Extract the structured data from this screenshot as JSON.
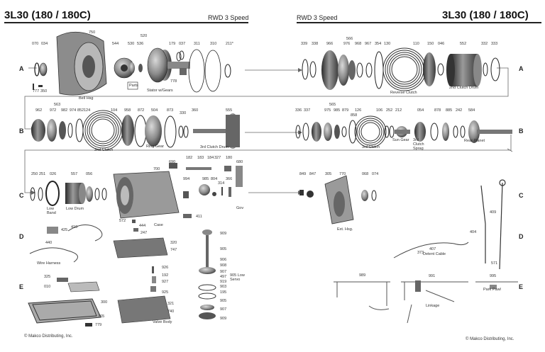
{
  "header": {
    "title_left": "3L30 (180 / 180C)",
    "speed_left": "RWD 3 Speed",
    "speed_right": "RWD 3 Speed",
    "title_right": "3L30 (180 / 180C)"
  },
  "rows": {
    "a": "A",
    "b": "B",
    "c": "C",
    "d": "D",
    "e": "E"
  },
  "footer": {
    "left": "© Makco Distributing, Inc.",
    "right": "© Makco Distributing, Inc."
  },
  "parts": [
    {
      "id": "n750",
      "text": "750"
    },
    {
      "id": "n070",
      "text": "070"
    },
    {
      "id": "n034",
      "text": "034"
    },
    {
      "id": "n544",
      "text": "544"
    },
    {
      "id": "n520",
      "text": "520"
    },
    {
      "id": "n530",
      "text": "530"
    },
    {
      "id": "n536",
      "text": "536"
    },
    {
      "id": "n179",
      "text": "179"
    },
    {
      "id": "n037",
      "text": "037"
    },
    {
      "id": "n311",
      "text": "311"
    },
    {
      "id": "n310",
      "text": "310"
    },
    {
      "id": "n211",
      "text": "211*"
    },
    {
      "id": "n777",
      "text": "777"
    },
    {
      "id": "n350",
      "text": "350"
    },
    {
      "id": "n778",
      "text": "778"
    },
    {
      "id": "n339",
      "text": "339"
    },
    {
      "id": "n338",
      "text": "338"
    },
    {
      "id": "n566",
      "text": "566"
    },
    {
      "id": "n966",
      "text": "966"
    },
    {
      "id": "n976",
      "text": "976"
    },
    {
      "id": "n968",
      "text": "968"
    },
    {
      "id": "n967",
      "text": "967"
    },
    {
      "id": "n354",
      "text": "354"
    },
    {
      "id": "n130",
      "text": "130"
    },
    {
      "id": "n110",
      "text": "110"
    },
    {
      "id": "n150",
      "text": "150"
    },
    {
      "id": "n046",
      "text": "046"
    },
    {
      "id": "n552",
      "text": "552"
    },
    {
      "id": "n332",
      "text": "332"
    },
    {
      "id": "n333",
      "text": "333"
    },
    {
      "id": "n563",
      "text": "563"
    },
    {
      "id": "n962",
      "text": "962"
    },
    {
      "id": "n972",
      "text": "972"
    },
    {
      "id": "n982",
      "text": "982"
    },
    {
      "id": "n974",
      "text": "974"
    },
    {
      "id": "n852",
      "text": "852"
    },
    {
      "id": "n124",
      "text": "124"
    },
    {
      "id": "n104",
      "text": "104"
    },
    {
      "id": "n958",
      "text": "958"
    },
    {
      "id": "n872",
      "text": "872"
    },
    {
      "id": "n504",
      "text": "504"
    },
    {
      "id": "n873",
      "text": "873"
    },
    {
      "id": "n330",
      "text": "330"
    },
    {
      "id": "n360",
      "text": "360"
    },
    {
      "id": "n555",
      "text": "555"
    },
    {
      "id": "n336",
      "text": "336"
    },
    {
      "id": "n337",
      "text": "337"
    },
    {
      "id": "n565",
      "text": "565"
    },
    {
      "id": "n975",
      "text": "975"
    },
    {
      "id": "n985",
      "text": "985"
    },
    {
      "id": "n879",
      "text": "879"
    },
    {
      "id": "n126",
      "text": "126"
    },
    {
      "id": "n858",
      "text": "858"
    },
    {
      "id": "n106",
      "text": "106"
    },
    {
      "id": "n252",
      "text": "252"
    },
    {
      "id": "n212",
      "text": "212"
    },
    {
      "id": "n054",
      "text": "054"
    },
    {
      "id": "n878",
      "text": "878"
    },
    {
      "id": "n885",
      "text": "885"
    },
    {
      "id": "n242",
      "text": "242"
    },
    {
      "id": "n584",
      "text": "584"
    },
    {
      "id": "n250",
      "text": "250"
    },
    {
      "id": "n251",
      "text": "251"
    },
    {
      "id": "n026",
      "text": "026"
    },
    {
      "id": "n557",
      "text": "557"
    },
    {
      "id": "n056",
      "text": "056"
    },
    {
      "id": "n700",
      "text": "700"
    },
    {
      "id": "n690",
      "text": "690"
    },
    {
      "id": "n182",
      "text": "182"
    },
    {
      "id": "n183",
      "text": "183"
    },
    {
      "id": "n184",
      "text": "184"
    },
    {
      "id": "n327",
      "text": "327"
    },
    {
      "id": "n180",
      "text": "180"
    },
    {
      "id": "n680",
      "text": "680"
    },
    {
      "id": "n994",
      "text": "994"
    },
    {
      "id": "n985b",
      "text": "985"
    },
    {
      "id": "n804",
      "text": "804"
    },
    {
      "id": "n314",
      "text": "314"
    },
    {
      "id": "n366",
      "text": "366"
    },
    {
      "id": "n411",
      "text": "411"
    },
    {
      "id": "n849",
      "text": "849"
    },
    {
      "id": "n847",
      "text": "847"
    },
    {
      "id": "n305",
      "text": "305"
    },
    {
      "id": "n770",
      "text": "770"
    },
    {
      "id": "n068",
      "text": "068"
    },
    {
      "id": "n074",
      "text": "074"
    },
    {
      "id": "n425",
      "text": "425"
    },
    {
      "id": "n410",
      "text": "410"
    },
    {
      "id": "n440",
      "text": "440"
    },
    {
      "id": "n572",
      "text": "572"
    },
    {
      "id": "n444",
      "text": "444"
    },
    {
      "id": "n247",
      "text": "247"
    },
    {
      "id": "n320",
      "text": "320"
    },
    {
      "id": "n747",
      "text": "747"
    },
    {
      "id": "n909",
      "text": "909"
    },
    {
      "id": "n905",
      "text": "905"
    },
    {
      "id": "n906",
      "text": "906"
    },
    {
      "id": "n908",
      "text": "908"
    },
    {
      "id": "n907",
      "text": "907"
    },
    {
      "id": "n497",
      "text": "497"
    },
    {
      "id": "n919",
      "text": "919"
    },
    {
      "id": "n903",
      "text": "903"
    },
    {
      "id": "n195",
      "text": "195"
    },
    {
      "id": "n905b",
      "text": "905"
    },
    {
      "id": "n907b",
      "text": "907"
    },
    {
      "id": "n909b",
      "text": "909"
    },
    {
      "id": "n409",
      "text": "409"
    },
    {
      "id": "n404",
      "text": "404"
    },
    {
      "id": "n571",
      "text": "571"
    },
    {
      "id": "n407",
      "text": "407"
    },
    {
      "id": "n373",
      "text": "373"
    },
    {
      "id": "n325",
      "text": "325"
    },
    {
      "id": "n010",
      "text": "010"
    },
    {
      "id": "n300",
      "text": "300"
    },
    {
      "id": "n765",
      "text": "765"
    },
    {
      "id": "n779",
      "text": "779"
    },
    {
      "id": "n926",
      "text": "926"
    },
    {
      "id": "n192",
      "text": "192"
    },
    {
      "id": "n927",
      "text": "927"
    },
    {
      "id": "n925",
      "text": "925"
    },
    {
      "id": "n321",
      "text": "321"
    },
    {
      "id": "n740",
      "text": "740"
    },
    {
      "id": "n989",
      "text": "989"
    },
    {
      "id": "n991",
      "text": "991"
    },
    {
      "id": "n995",
      "text": "995"
    }
  ],
  "captions": {
    "bell_hsg": "Bell Hsg",
    "parts": "Parts",
    "stator": "Stator w/Gears",
    "reverse_clutch": "Reverse Clutch",
    "clutch2_drum": "2nd Clutch Drum",
    "clutch2": "2nd Clutch",
    "ring_gear": "Ring Gear",
    "clutch3_drum": "3rd Clutch Drum",
    "clutch3": "3rd Clutch",
    "sun_gear": "Sun Gear",
    "clutch3_sprag": "3rd Clutch Sprag",
    "rear_planet": "Rear Planet",
    "low_band": "Low Band",
    "low_drum": "Low Drum",
    "case": "Case",
    "gov": "Gov",
    "ext_hsg": "Ext. Hsg.",
    "wire_harness": "Wire Harness",
    "detent_cable": "Detent Cable",
    "low_servo": "905 Low Servo",
    "valve_body": "Valve Body",
    "linkage": "Linkage",
    "park_pawl": "Park Pawl"
  }
}
